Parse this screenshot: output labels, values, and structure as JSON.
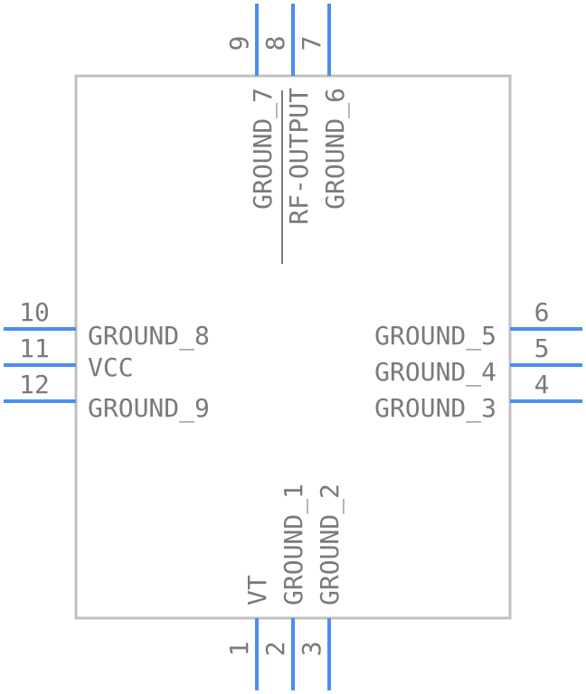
{
  "colors": {
    "pin": "#4a8eef",
    "body_outline": "#c0c0c0",
    "text": "#7a7a7a",
    "background": "#ffffff"
  },
  "pins": [
    {
      "number": "1",
      "name": "VT",
      "side": "bottom"
    },
    {
      "number": "2",
      "name": "GROUND_1",
      "side": "bottom"
    },
    {
      "number": "3",
      "name": "GROUND_2",
      "side": "bottom"
    },
    {
      "number": "4",
      "name": "GROUND_3",
      "side": "right"
    },
    {
      "number": "5",
      "name": "GROUND_4",
      "side": "right"
    },
    {
      "number": "6",
      "name": "GROUND_5",
      "side": "right"
    },
    {
      "number": "7",
      "name": "GROUND_6",
      "side": "top"
    },
    {
      "number": "8",
      "name": "RF-OUTPUT",
      "side": "top",
      "overline": true
    },
    {
      "number": "9",
      "name": "GROUND_7",
      "side": "top"
    },
    {
      "number": "10",
      "name": "GROUND_8",
      "side": "left"
    },
    {
      "number": "11",
      "name": "VCC",
      "side": "left"
    },
    {
      "number": "12",
      "name": "GROUND_9",
      "side": "left"
    }
  ]
}
